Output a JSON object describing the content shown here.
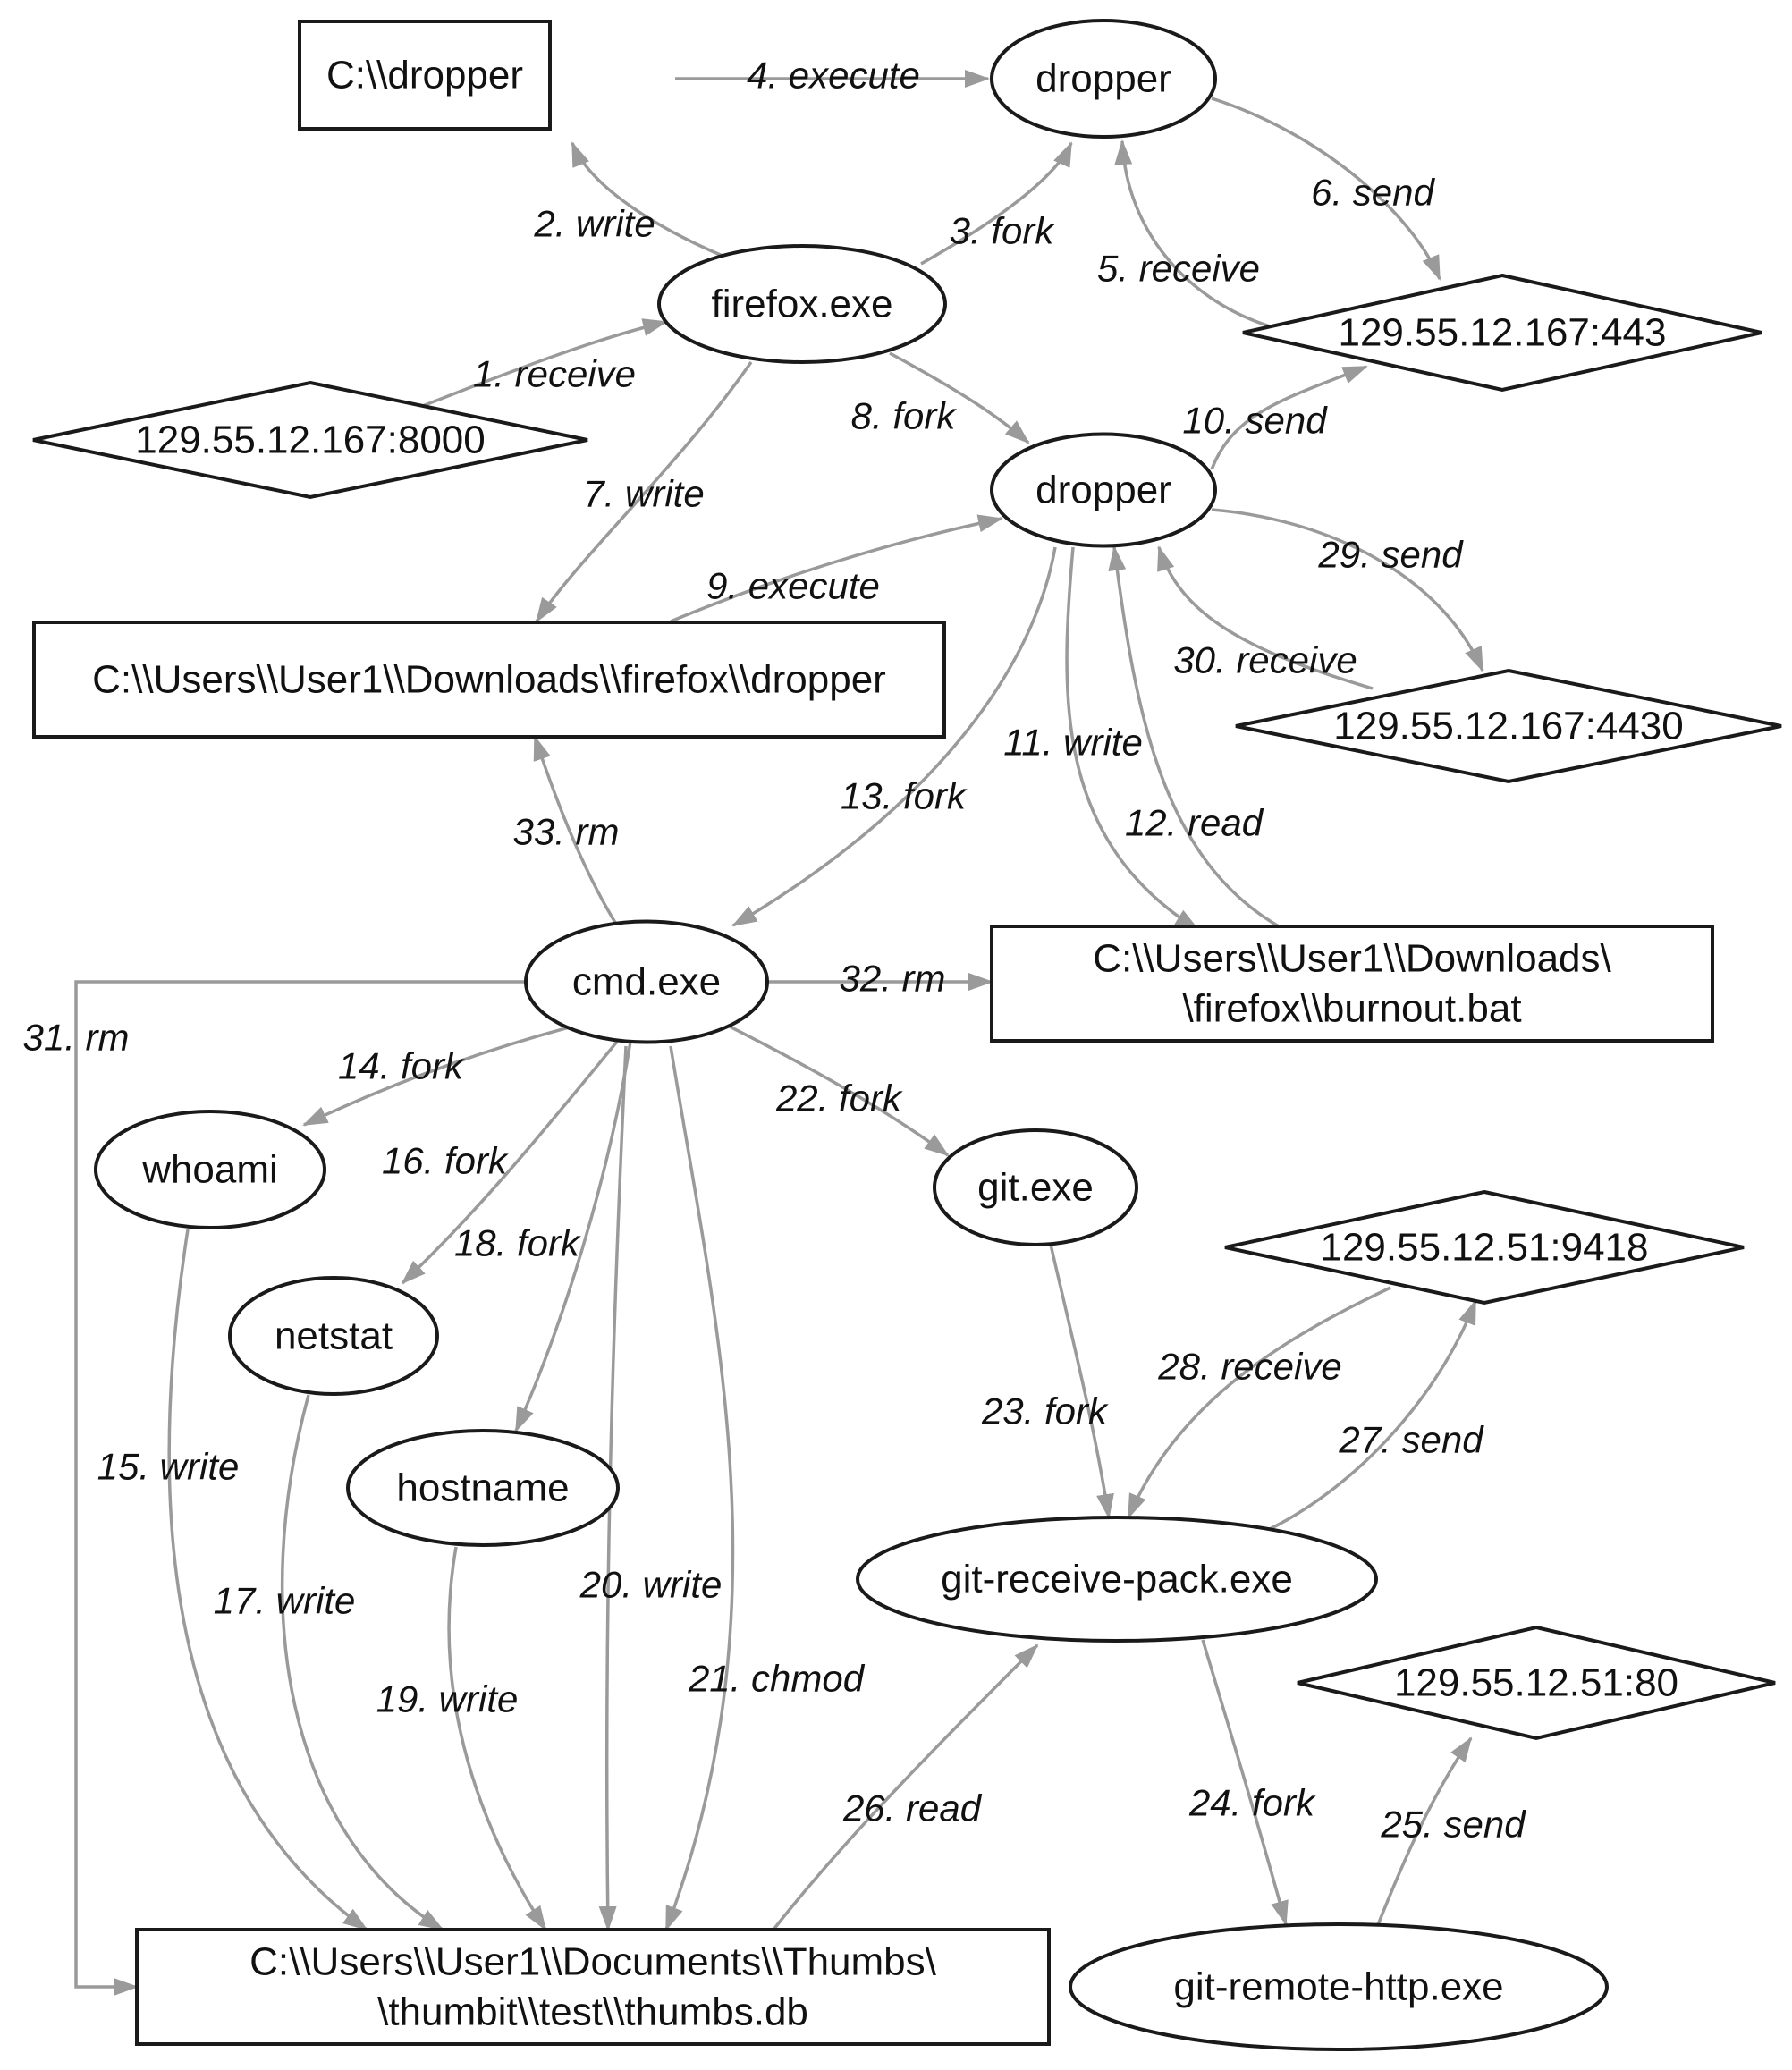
{
  "colors": {
    "node_stroke": "#1a1a1a",
    "edge": "#9a9a9a",
    "text": "#111111",
    "background": "#ffffff"
  },
  "nodes": {
    "c_dropper": {
      "shape": "rect",
      "label": [
        "C:\\\\dropper"
      ]
    },
    "dropper1": {
      "shape": "ellipse",
      "label": [
        "dropper"
      ]
    },
    "firefox": {
      "shape": "ellipse",
      "label": [
        "firefox.exe"
      ]
    },
    "ip443": {
      "shape": "diamond",
      "label": [
        "129.55.12.167:443"
      ]
    },
    "ip8000": {
      "shape": "diamond",
      "label": [
        "129.55.12.167:8000"
      ]
    },
    "dropper2": {
      "shape": "ellipse",
      "label": [
        "dropper"
      ]
    },
    "dl_dropper": {
      "shape": "rect",
      "label": [
        "C:\\\\Users\\\\User1\\\\Downloads\\\\firefox\\\\dropper"
      ]
    },
    "ip4430": {
      "shape": "diamond",
      "label": [
        "129.55.12.167:4430"
      ]
    },
    "burnout": {
      "shape": "rect",
      "label": [
        "C:\\\\Users\\\\User1\\\\Downloads\\",
        "\\firefox\\\\burnout.bat"
      ]
    },
    "cmd": {
      "shape": "ellipse",
      "label": [
        "cmd.exe"
      ]
    },
    "whoami": {
      "shape": "ellipse",
      "label": [
        "whoami"
      ]
    },
    "netstat": {
      "shape": "ellipse",
      "label": [
        "netstat"
      ]
    },
    "hostname": {
      "shape": "ellipse",
      "label": [
        "hostname"
      ]
    },
    "git": {
      "shape": "ellipse",
      "label": [
        "git.exe"
      ]
    },
    "ip9418": {
      "shape": "diamond",
      "label": [
        "129.55.12.51:9418"
      ]
    },
    "grp": {
      "shape": "ellipse",
      "label": [
        "git-receive-pack.exe"
      ]
    },
    "ip80": {
      "shape": "diamond",
      "label": [
        "129.55.12.51:80"
      ]
    },
    "thumbs": {
      "shape": "rect",
      "label": [
        "C:\\\\Users\\\\User1\\\\Documents\\\\Thumbs\\",
        "\\thumbit\\\\test\\\\thumbs.db"
      ]
    },
    "grh": {
      "shape": "ellipse",
      "label": [
        "git-remote-http.exe"
      ]
    }
  },
  "edges": [
    {
      "from": "ip8000",
      "to": "firefox",
      "label": "1. receive"
    },
    {
      "from": "firefox",
      "to": "c_dropper",
      "label": "2. write"
    },
    {
      "from": "firefox",
      "to": "dropper1",
      "label": "3. fork"
    },
    {
      "from": "c_dropper",
      "to": "dropper1",
      "label": "4. execute"
    },
    {
      "from": "ip443",
      "to": "dropper1",
      "label": "5. receive"
    },
    {
      "from": "dropper1",
      "to": "ip443",
      "label": "6. send"
    },
    {
      "from": "firefox",
      "to": "dl_dropper",
      "label": "7. write"
    },
    {
      "from": "firefox",
      "to": "dropper2",
      "label": "8. fork"
    },
    {
      "from": "dl_dropper",
      "to": "dropper2",
      "label": "9. execute"
    },
    {
      "from": "dropper2",
      "to": "ip443",
      "label": "10. send"
    },
    {
      "from": "dropper2",
      "to": "burnout",
      "label": "11. write"
    },
    {
      "from": "burnout",
      "to": "dropper2",
      "label": "12. read"
    },
    {
      "from": "dropper2",
      "to": "cmd",
      "label": "13. fork"
    },
    {
      "from": "cmd",
      "to": "whoami",
      "label": "14. fork"
    },
    {
      "from": "whoami",
      "to": "thumbs",
      "label": "15. write"
    },
    {
      "from": "cmd",
      "to": "netstat",
      "label": "16. fork"
    },
    {
      "from": "netstat",
      "to": "thumbs",
      "label": "17. write"
    },
    {
      "from": "cmd",
      "to": "hostname",
      "label": "18. fork"
    },
    {
      "from": "hostname",
      "to": "thumbs",
      "label": "19. write"
    },
    {
      "from": "cmd",
      "to": "thumbs",
      "label": "20. write"
    },
    {
      "from": "cmd",
      "to": "thumbs",
      "label": "21. chmod"
    },
    {
      "from": "cmd",
      "to": "git",
      "label": "22. fork"
    },
    {
      "from": "git",
      "to": "grp",
      "label": "23. fork"
    },
    {
      "from": "grp",
      "to": "grh",
      "label": "24. fork"
    },
    {
      "from": "grh",
      "to": "ip80",
      "label": "25. send"
    },
    {
      "from": "thumbs",
      "to": "grp",
      "label": "26. read"
    },
    {
      "from": "grp",
      "to": "ip9418",
      "label": "27. send"
    },
    {
      "from": "ip9418",
      "to": "grp",
      "label": "28. receive"
    },
    {
      "from": "dropper2",
      "to": "ip4430",
      "label": "29. send"
    },
    {
      "from": "ip4430",
      "to": "dropper2",
      "label": "30. receive"
    },
    {
      "from": "cmd",
      "to": "thumbs",
      "label": "31. rm"
    },
    {
      "from": "cmd",
      "to": "burnout",
      "label": "32. rm"
    },
    {
      "from": "cmd",
      "to": "dl_dropper",
      "label": "33. rm"
    }
  ]
}
